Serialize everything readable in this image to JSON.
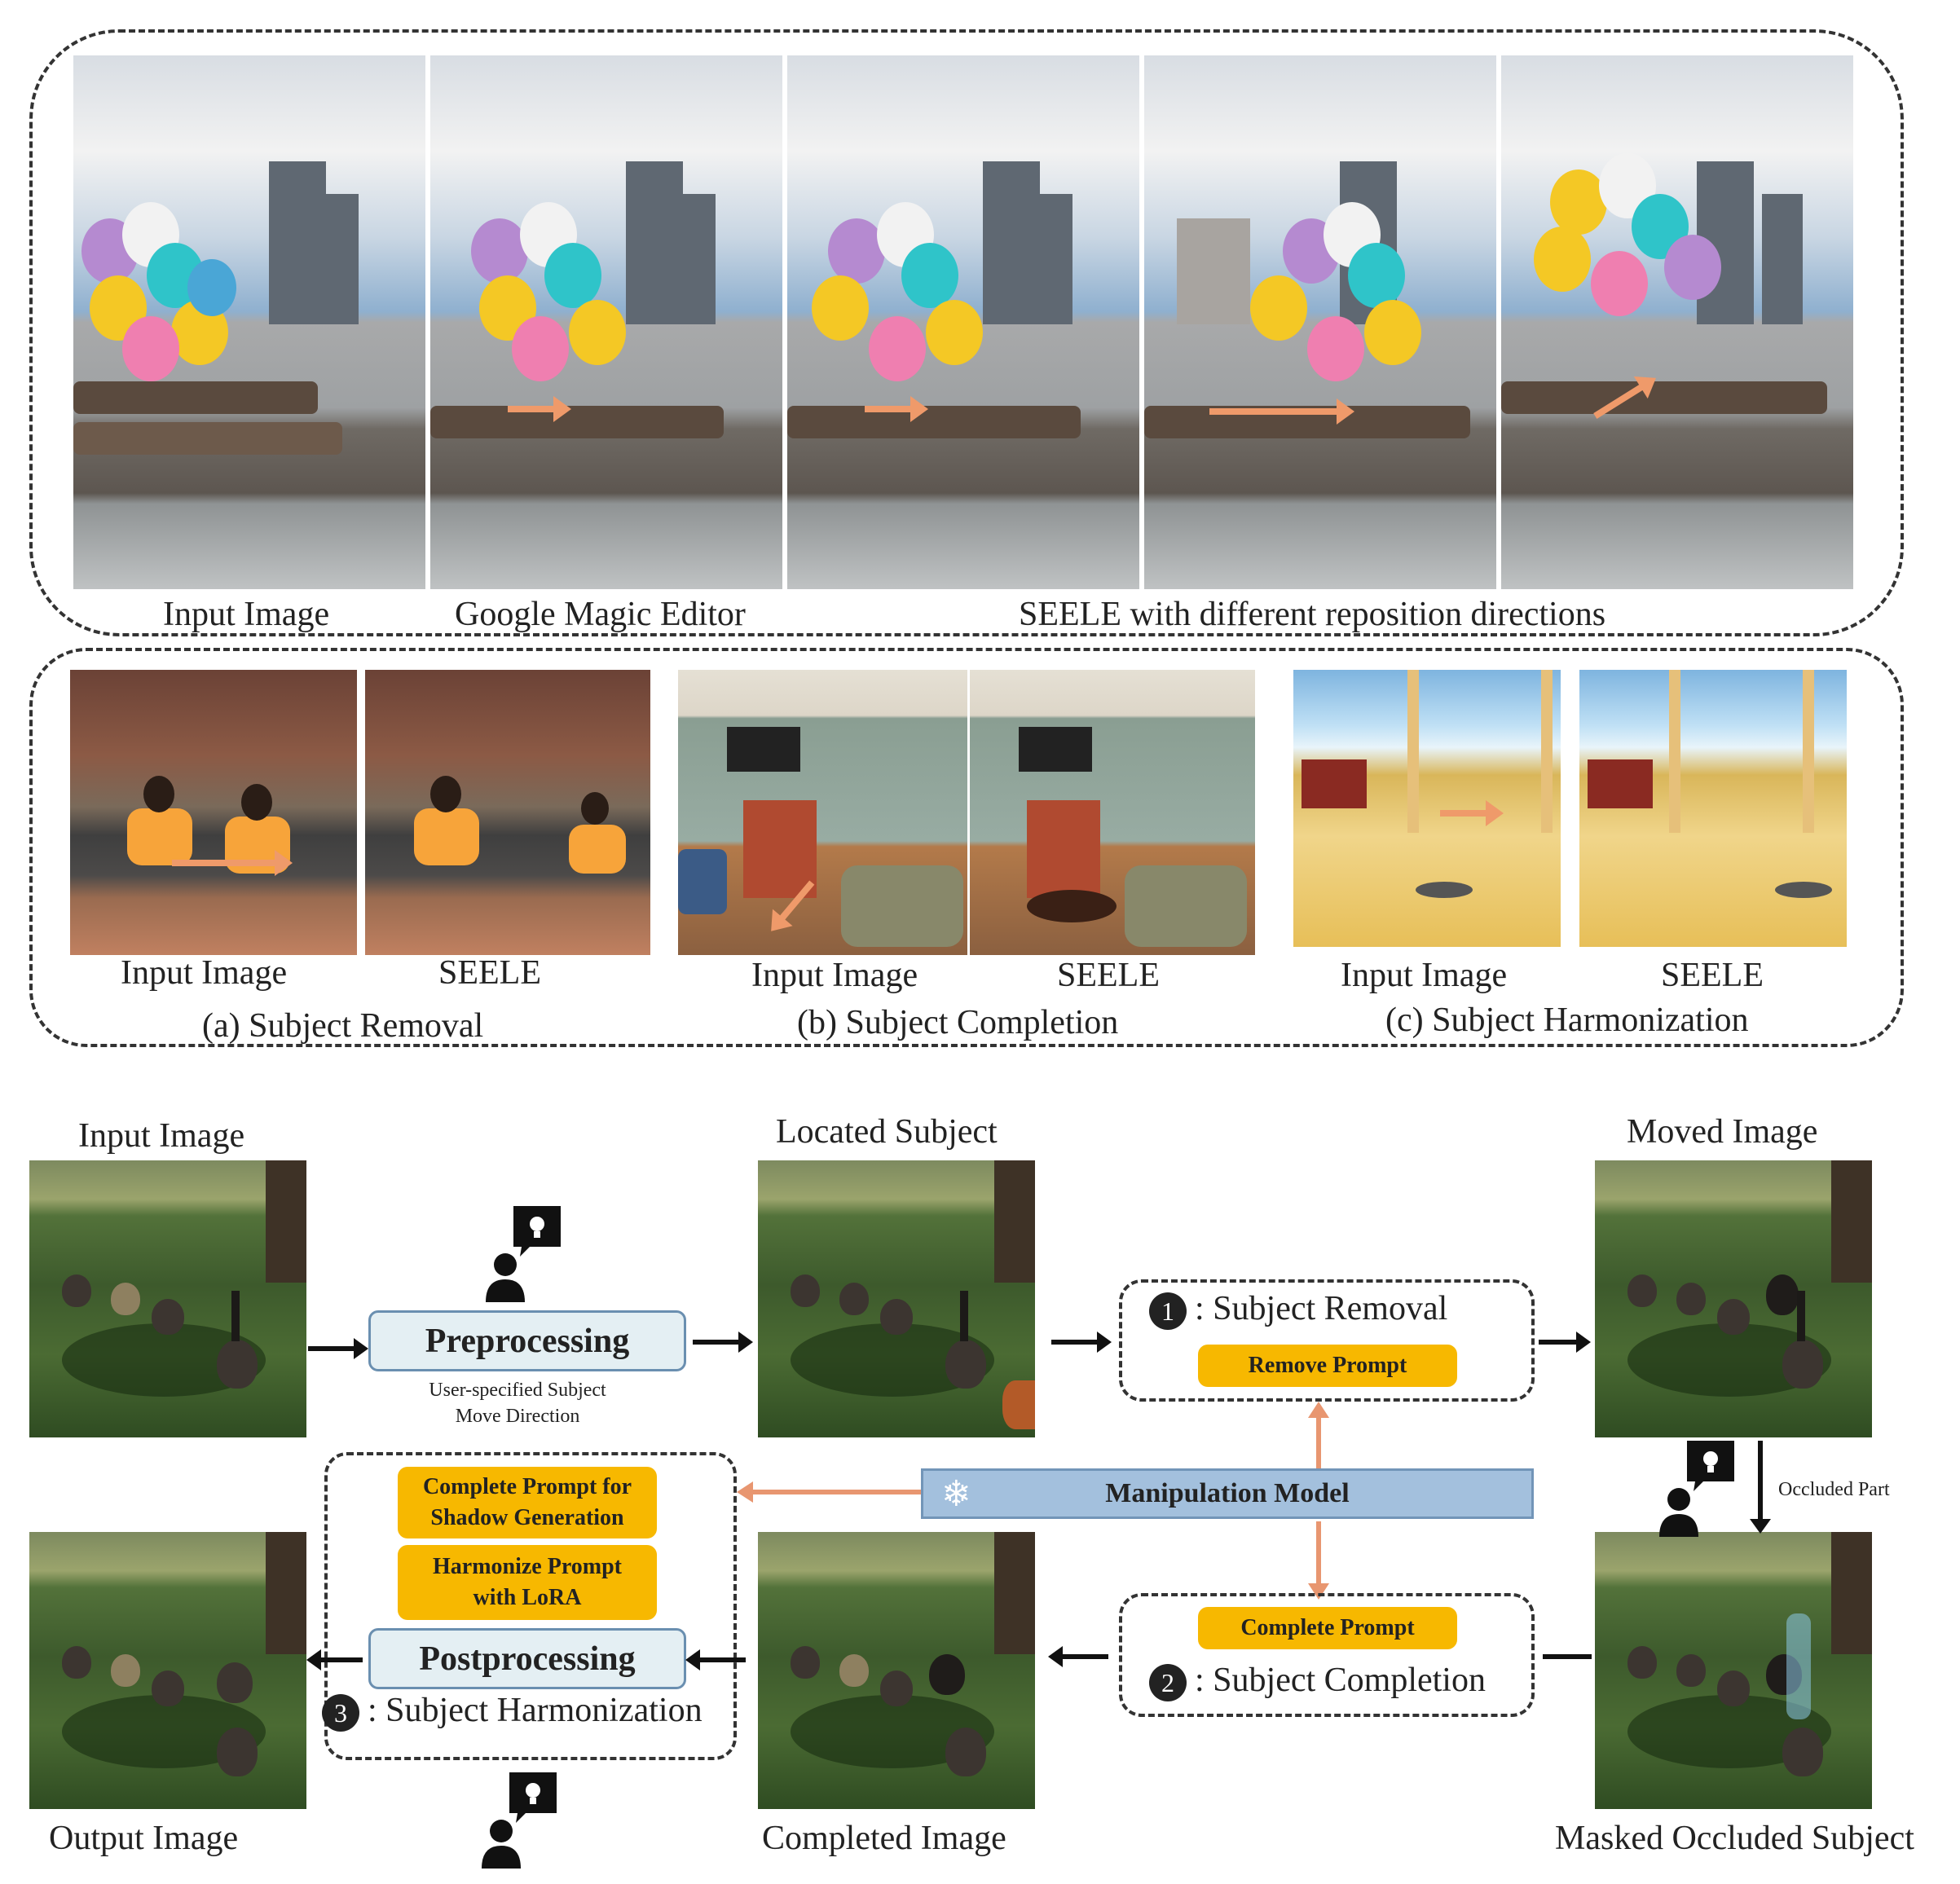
{
  "top_row": {
    "captions": [
      "Input Image",
      "Google Magic Editor",
      "SEELE with different reposition directions"
    ]
  },
  "second_row": {
    "removal": {
      "input_label": "Input Image",
      "output_label": "SEELE",
      "title": "(a) Subject Removal"
    },
    "completion": {
      "input_label": "Input Image",
      "output_label": "SEELE",
      "title": "(b) Subject Completion"
    },
    "harmonization": {
      "input_label": "Input Image",
      "output_label": "SEELE",
      "title": "(c) Subject Harmonization"
    }
  },
  "pipeline": {
    "input_image": "Input Image",
    "located_subject": "Located Subject",
    "moved_image": "Moved Image",
    "output_image": "Output Image",
    "completed_image": "Completed Image",
    "masked_occluded_subject": "Masked Occluded Subject",
    "preprocessing": "Preprocessing",
    "preprocessing_note_1": "User-specified Subject",
    "preprocessing_note_2": "Move Direction",
    "step1_num": "1",
    "step1_label": ": Subject Removal",
    "remove_prompt": "Remove Prompt",
    "manipulation_model": "Manipulation Model",
    "step2_num": "2",
    "step2_label": ": Subject Completion",
    "complete_prompt": "Complete Prompt",
    "occluded_part": "Occluded Part",
    "shadow_prompt_1": "Complete Prompt for",
    "shadow_prompt_2": "Shadow Generation",
    "harmonize_prompt_1": "Harmonize  Prompt",
    "harmonize_prompt_2": "with LoRA",
    "postprocessing": "Postprocessing",
    "step3_num": "3",
    "step3_label": ": Subject Harmonization"
  },
  "colors": {
    "prompt_yellow": "#f7b800",
    "process_box": "#e4eff3",
    "manipulation_blue": "#a3c0dd",
    "orange_arrow": "#e89670"
  },
  "icons": [
    "user-lightbulb-icon",
    "snowflake-icon",
    "arrow-right-icon",
    "arrow-left-icon",
    "arrow-up-icon",
    "arrow-down-icon"
  ]
}
